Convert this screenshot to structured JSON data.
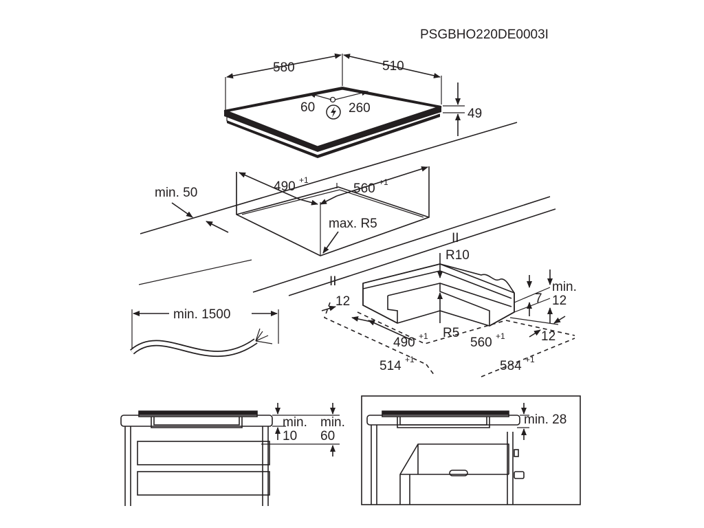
{
  "document_code": "PSGBHO220DE0003I",
  "hob": {
    "width": "580",
    "depth": "510",
    "height": "49",
    "connector_x": "60",
    "connector_y": "260"
  },
  "cutout": {
    "width": "490",
    "width_tol": "+1",
    "depth": "560",
    "depth_tol": "+1",
    "min_edge": "min. 50",
    "corner_radius": "max. R5"
  },
  "cable": {
    "length": "min. 1500"
  },
  "frame": {
    "r_outer": "R10",
    "r_inner": "R5",
    "side": "12",
    "inner_width": "490",
    "inner_width_tol": "+1",
    "inner_depth": "560",
    "inner_depth_tol": "+1",
    "outer_width": "514",
    "outer_width_tol": "+1",
    "outer_depth": "584",
    "outer_depth_tol": "+1",
    "edge_right": "12",
    "height": "7",
    "min_label": "min.",
    "min_value": "12",
    "parallel_mark_top": "II",
    "parallel_mark_left": "II"
  },
  "section_left": {
    "label_a": "min.",
    "value_a": "10",
    "label_b": "min.",
    "value_b": "60"
  },
  "section_right": {
    "label": "min. 28"
  }
}
